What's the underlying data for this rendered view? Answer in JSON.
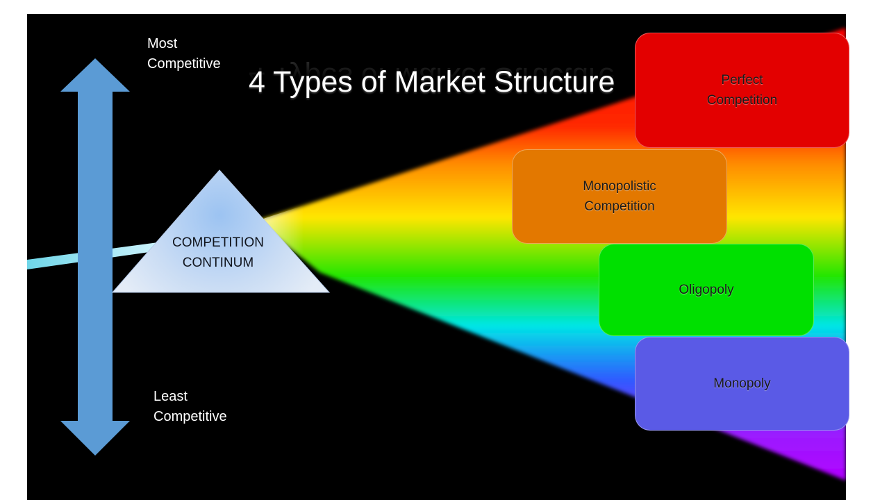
{
  "title": "4 Types of Market Structure",
  "scale": {
    "top_label": [
      "Most",
      "Competitive"
    ],
    "bottom_label": [
      "Least",
      "Competitive"
    ],
    "arrow_color": "#5b9bd5"
  },
  "prism": {
    "label": [
      "COMPETITION",
      "CONTINUM"
    ]
  },
  "market_types": [
    {
      "lines": [
        "Perfect",
        "Competition"
      ],
      "color": "#e30000"
    },
    {
      "lines": [
        "Monopolistic",
        "Competition"
      ],
      "color": "#e37800"
    },
    {
      "lines": [
        "Oligopoly"
      ],
      "color": "#00e000"
    },
    {
      "lines": [
        "Monopoly"
      ],
      "color": "#5a5ae6"
    }
  ]
}
